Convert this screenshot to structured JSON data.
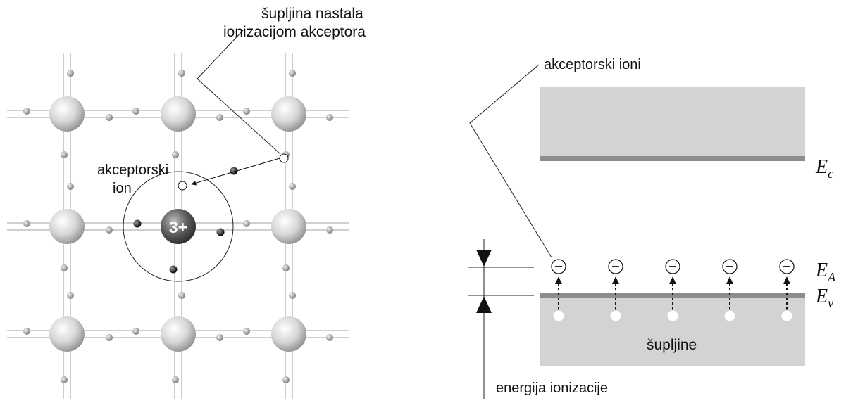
{
  "lattice": {
    "hole_label": [
      "šupljina nastala",
      "ionizacijom akceptora"
    ],
    "ion_label": [
      "akceptorski",
      "ion"
    ],
    "ion_charge": "3+",
    "colors": {
      "line": "#b8b8b8",
      "atom": "#c8c8c8",
      "small_atom": "#a0a0a0",
      "ion": "#444444",
      "electron": "#1a1a1a"
    }
  },
  "band_diagram": {
    "acceptor_ions_label": "akceptorski ioni",
    "holes_label": "šupljine",
    "ionization_energy_label": "energija ionizacije",
    "levels": {
      "conduction": "E",
      "conduction_sub": "c",
      "acceptor": "E",
      "acceptor_sub": "A",
      "valence": "E",
      "valence_sub": "v"
    },
    "ion_symbol": "−",
    "acceptor_count": 5,
    "colors": {
      "band_fill": "#d3d3d3",
      "band_edge": "#8c8c8c"
    }
  }
}
